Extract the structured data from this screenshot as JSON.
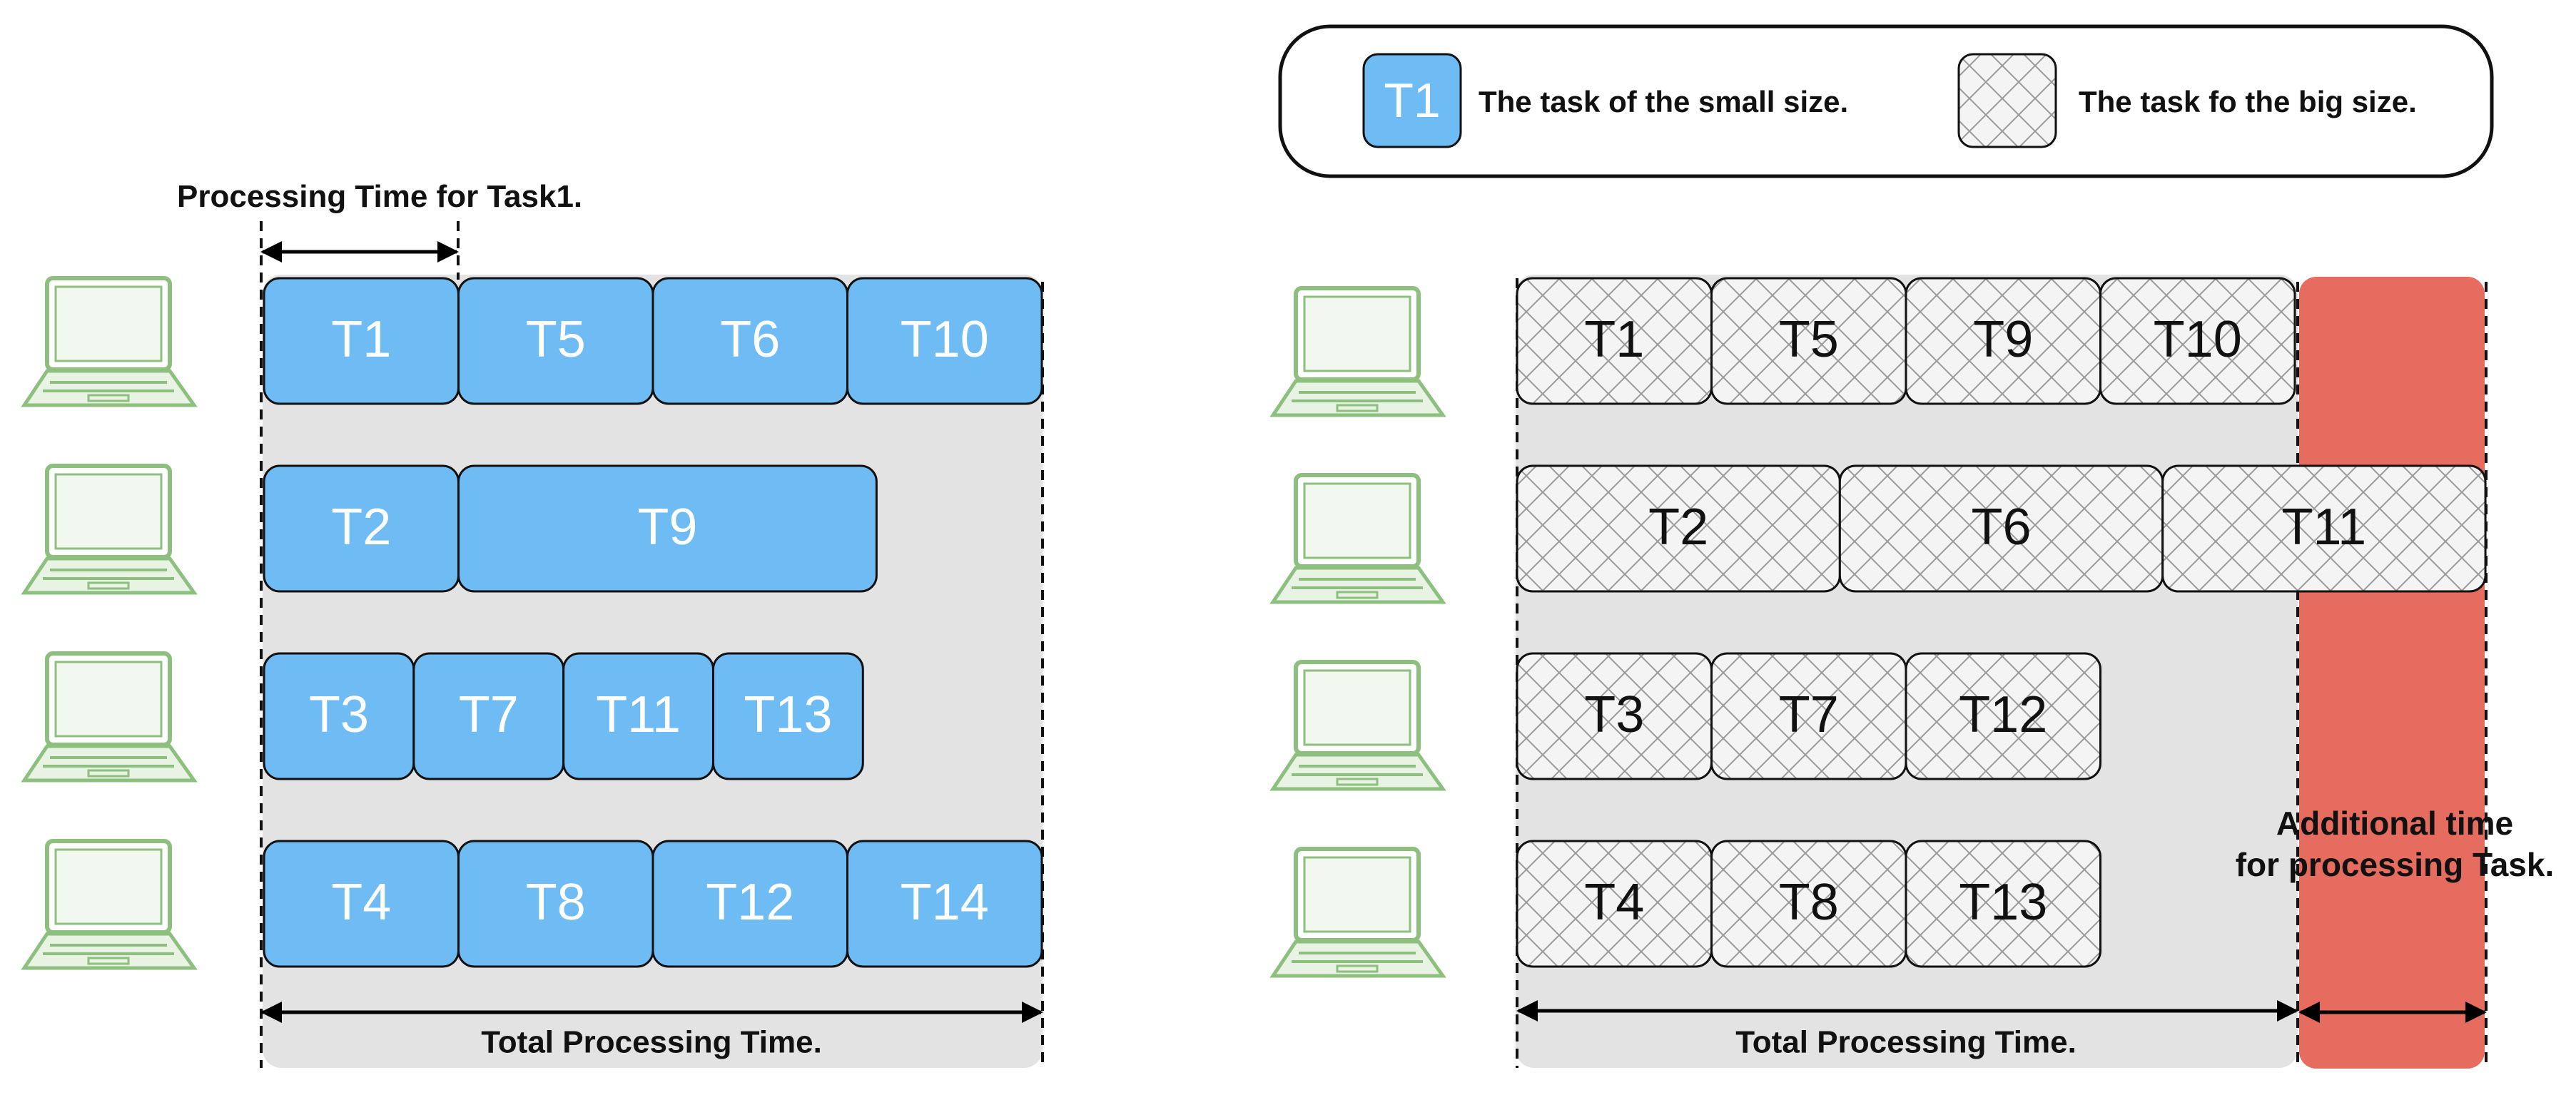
{
  "legend": {
    "small_label": "T1",
    "small_text": "The task of the small size.",
    "big_text": "The task fo the big size."
  },
  "left": {
    "task1_time_label": "Processing Time for Task1.",
    "total_label": "Total Processing Time.",
    "rows": [
      [
        {
          "id": "T1",
          "size": 1
        },
        {
          "id": "T5",
          "size": 1
        },
        {
          "id": "T6",
          "size": 1
        },
        {
          "id": "T10",
          "size": 1
        }
      ],
      [
        {
          "id": "T2",
          "size": 1
        },
        {
          "id": "T9",
          "size": 2.15
        }
      ],
      [
        {
          "id": "T3",
          "size": 0.77
        },
        {
          "id": "T7",
          "size": 0.77
        },
        {
          "id": "T11",
          "size": 0.77
        },
        {
          "id": "T13",
          "size": 0.77
        }
      ],
      [
        {
          "id": "T4",
          "size": 1
        },
        {
          "id": "T8",
          "size": 1
        },
        {
          "id": "T12",
          "size": 1
        },
        {
          "id": "T14",
          "size": 1
        }
      ]
    ]
  },
  "right": {
    "total_label": "Total Processing Time.",
    "additional_label_line1": "Additional time",
    "additional_label_line2": "for processing Task.",
    "rows": [
      [
        {
          "id": "T1",
          "size": 1
        },
        {
          "id": "T5",
          "size": 1
        },
        {
          "id": "T9",
          "size": 1
        },
        {
          "id": "T10",
          "size": 1
        }
      ],
      [
        {
          "id": "T2",
          "size": 1.66
        },
        {
          "id": "T6",
          "size": 1.66
        },
        {
          "id": "T11",
          "size": 1.66
        }
      ],
      [
        {
          "id": "T3",
          "size": 1
        },
        {
          "id": "T7",
          "size": 1
        },
        {
          "id": "T12",
          "size": 1
        }
      ],
      [
        {
          "id": "T4",
          "size": 1
        },
        {
          "id": "T8",
          "size": 1
        },
        {
          "id": "T13",
          "size": 1
        }
      ]
    ]
  },
  "colors": {
    "small_task": "#6fbcf5",
    "small_task_text": "#ffffff",
    "big_task": "#f4f4f4",
    "big_task_text": "#111111",
    "panel": "#e3e3e3",
    "additional": "#e56c5e",
    "laptop": "#8dbf7e"
  },
  "icons": {
    "computer": "laptop-icon"
  }
}
